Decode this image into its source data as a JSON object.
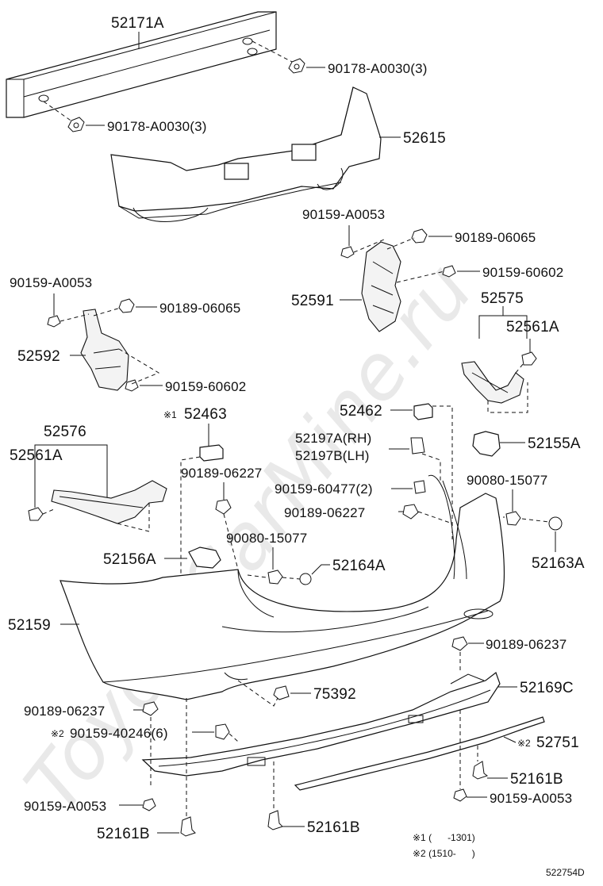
{
  "watermark": "ToyotaCarMine.ru",
  "labels": {
    "p52171A": "52171A",
    "p90178_top": "90178-A0030(3)",
    "p90178_left": "90178-A0030(3)",
    "p52615": "52615",
    "p90159_A0053_r": "90159-A0053",
    "p90189_06065_r": "90189-06065",
    "p90159_60602_r": "90159-60602",
    "p52591": "52591",
    "p90159_A0053_l": "90159-A0053",
    "p90189_06065_l": "90189-06065",
    "p52592": "52592",
    "p90159_60602_l": "90159-60602",
    "p52575": "52575",
    "p52561A_r": "52561A",
    "p52462": "52462",
    "p52463": "52463",
    "p52463_mark": "※1",
    "p52576": "52576",
    "p52561A_l": "52561A",
    "p52197A": "52197A(RH)",
    "p52197B": "52197B(LH)",
    "p52155A": "52155A",
    "p90189_06227_l": "90189-06227",
    "p90159_60477": "90159-60477(2)",
    "p90080_15077_r": "90080-15077",
    "p90189_06227_r": "90189-06227",
    "p90080_15077_l": "90080-15077",
    "p52163A": "52163A",
    "p52156A": "52156A",
    "p52164A": "52164A",
    "p52159": "52159",
    "p90189_06237_r": "90189-06237",
    "p75392": "75392",
    "p52169C": "52169C",
    "p90189_06237_l": "90189-06237",
    "p90159_40246": "90159-40246(6)",
    "p90159_40246_mark": "※2",
    "p52751": "52751",
    "p52751_mark": "※2",
    "p52161B_r": "52161B",
    "p90159_A0053_bl": "90159-A0053",
    "p90159_A0053_br": "90159-A0053",
    "p52161B_bl": "52161B",
    "p52161B_bc": "52161B"
  },
  "footnotes": {
    "note1": "※1 (      -1301)",
    "note2": "※2 (1510-      )"
  },
  "diagram_code": "522754D"
}
